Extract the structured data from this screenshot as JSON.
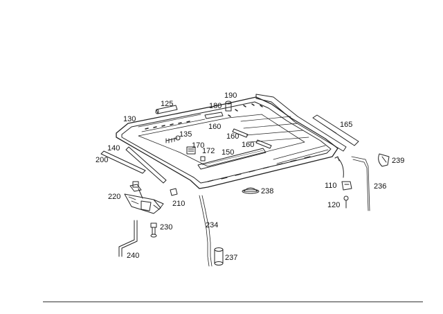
{
  "diagram": {
    "part_labels": {
      "p125": "125",
      "p190": "190",
      "p180": "180",
      "p130": "130",
      "p135": "135",
      "p160a": "160",
      "p160b": "160",
      "p160c": "160",
      "p170": "170",
      "p172": "172",
      "p150": "150",
      "p140": "140",
      "p200": "200",
      "p165": "165",
      "p239": "239",
      "p110": "110",
      "p236": "236",
      "p120": "120",
      "p238": "238",
      "p220": "220",
      "p210": "210",
      "p230": "230",
      "p234": "234",
      "p240": "240",
      "p237": "237"
    }
  }
}
